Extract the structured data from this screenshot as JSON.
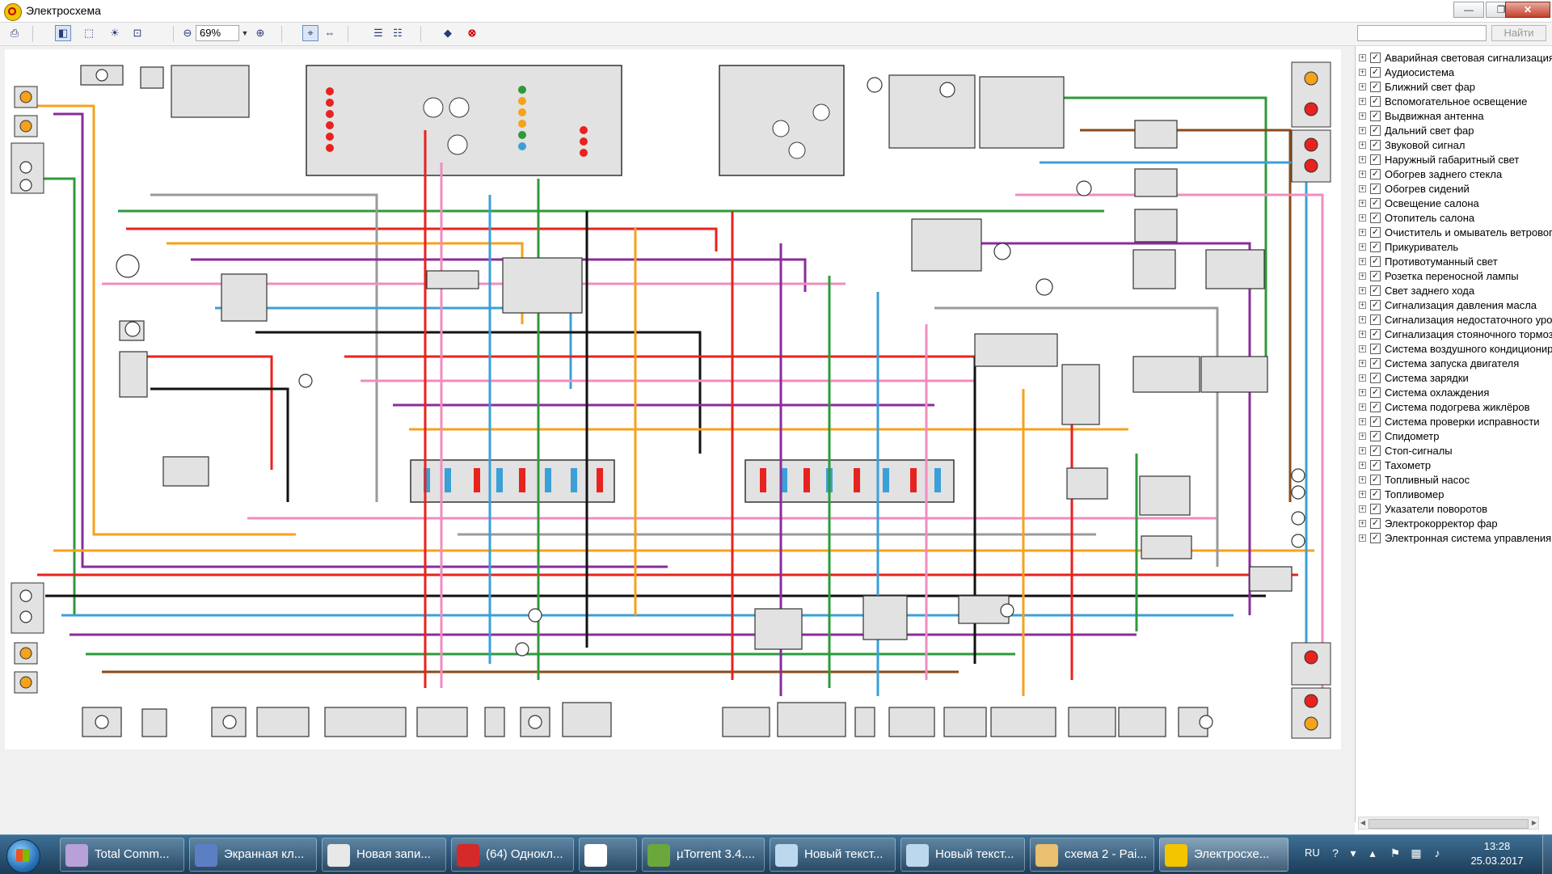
{
  "window": {
    "title": "Электросхема"
  },
  "toolbar": {
    "zoom_value": "69%"
  },
  "search": {
    "value": "",
    "placeholder": "",
    "find_label": "Найти"
  },
  "layers": [
    "Аварийная световая сигнализация",
    "Аудиосистема",
    "Ближний свет фар",
    "Вспомогательное освещение",
    "Выдвижная антенна",
    "Дальний свет фар",
    "Звуковой сигнал",
    "Наружный габаритный свет",
    "Обогрев заднего стекла",
    "Обогрев сидений",
    "Освещение салона",
    "Отопитель салона",
    "Очиститель и омыватель ветрового стекла",
    "Прикуриватель",
    "Противотуманный свет",
    "Розетка переносной лампы",
    "Свет заднего хода",
    "Сигнализация давления масла",
    "Сигнализация недостаточного уровня",
    "Сигнализация стояночного тормоза",
    "Система воздушного кондиционирования",
    "Система запуска двигателя",
    "Система зарядки",
    "Система охлаждения",
    "Система подогрева жиклёров",
    "Система проверки исправности",
    "Спидометр",
    "Стоп-сигналы",
    "Тахометр",
    "Топливный насос",
    "Топливомер",
    "Указатели поворотов",
    "Электрокорректор фар",
    "Электронная система управления"
  ],
  "taskbar": {
    "items": [
      "Total Comm...",
      "Экранная кл...",
      "Новая запи...",
      "(64) Однокл...",
      "",
      "µTorrent 3.4....",
      "Новый текст...",
      "Новый текст...",
      "схема 2 - Pai...",
      "Электросхе..."
    ],
    "language": "RU",
    "time": "13:28",
    "date": "25.03.2017"
  },
  "colors": {
    "wire_red": "#e8221e",
    "wire_blue": "#3aa0d8",
    "wire_green": "#2e9a3a",
    "wire_orange": "#f5a21c",
    "wire_purple": "#8a2c9a",
    "wire_pink": "#f08cc0",
    "wire_brown": "#8a4a1a",
    "wire_black": "#111111",
    "wire_gray": "#9a9a9a",
    "wire_yellow": "#f2d21a",
    "component_fill": "#e2e2e2"
  }
}
